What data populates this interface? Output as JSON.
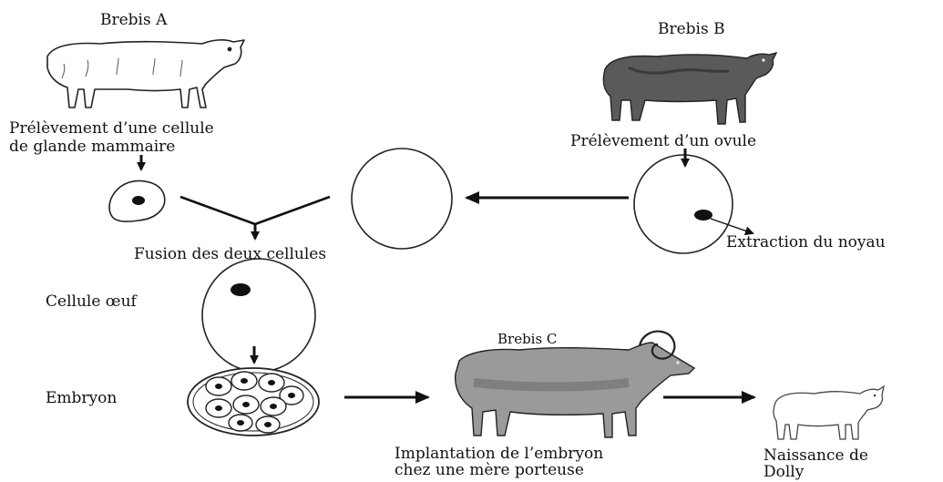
{
  "diagram": {
    "brebis_a": "Brebis A",
    "brebis_b": "Brebis B",
    "brebis_c": "Brebis C",
    "prelevement_cellule_line1": "Prélèvement d’une cellule",
    "prelevement_cellule_line2": "de glande mammaire",
    "prelevement_ovule": "Prélèvement d’un ovule",
    "extraction_noyau": "Extraction du noyau",
    "fusion": "Fusion des deux cellules",
    "cellule_oeuf": "Cellule œuf",
    "embryon": "Embryon",
    "implantation_line1": "Implantation de l’embryon",
    "implantation_line2": "chez une mère porteuse",
    "naissance_line1": "Naissance de",
    "naissance_line2": "Dolly"
  },
  "colors": {
    "ink": "#111111",
    "sheep_b_body": "#5a5a5a",
    "sheep_c_body": "#8c8c8c",
    "nucleus": "#111111"
  }
}
